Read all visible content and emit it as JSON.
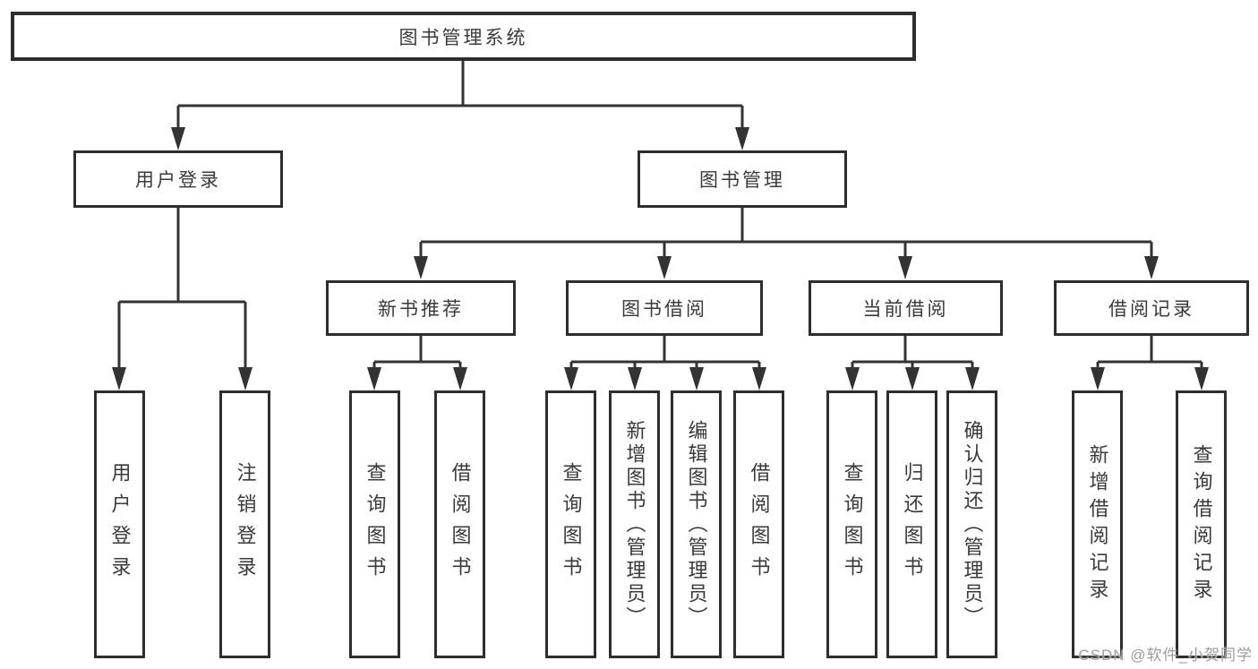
{
  "diagram": {
    "type": "hierarchy-tree",
    "colors": {
      "background": "#ffffff",
      "line": "#333333",
      "box_border": "#2d2d2d",
      "text": "#3a3a3a",
      "watermark": "#9d9d9d"
    },
    "tree": {
      "label": "图书管理系统",
      "children": [
        {
          "label": "用户登录",
          "children": [
            {
              "label": "用户登录"
            },
            {
              "label": "注销登录"
            }
          ]
        },
        {
          "label": "图书管理",
          "children": [
            {
              "label": "新书推荐",
              "children": [
                {
                  "label": "查询图书"
                },
                {
                  "label": "借阅图书"
                }
              ]
            },
            {
              "label": "图书借阅",
              "children": [
                {
                  "label": "查询图书"
                },
                {
                  "label": "新增图书（管理员）"
                },
                {
                  "label": "编辑图书（管理员）"
                },
                {
                  "label": "借阅图书"
                }
              ]
            },
            {
              "label": "当前借阅",
              "children": [
                {
                  "label": "查询图书"
                },
                {
                  "label": "归还图书"
                },
                {
                  "label": "确认归还（管理员）"
                }
              ]
            },
            {
              "label": "借阅记录",
              "children": [
                {
                  "label": "新增借阅记录"
                },
                {
                  "label": "查询借阅记录"
                }
              ]
            }
          ]
        }
      ]
    },
    "watermark": {
      "text": "CSDN @软件_小贺同学"
    }
  }
}
